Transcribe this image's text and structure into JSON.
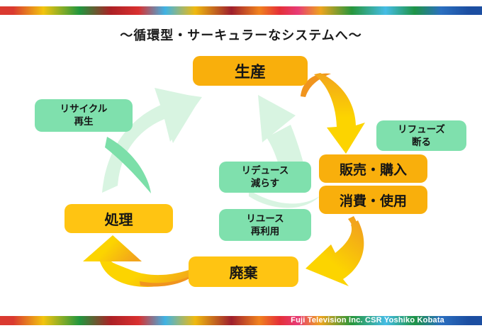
{
  "title": "～循環型・サーキュラーなシステムへ～",
  "footer": {
    "credit": "Fuji Television  Inc. CSR Yoshiko Kobata"
  },
  "stages": {
    "production": "生産",
    "sales": "販売・購入",
    "consumption": "消費・使用",
    "disposal": "廃棄",
    "treatment": "処理"
  },
  "actions": {
    "recycle": {
      "line1": "リサイクル",
      "line2": "再生"
    },
    "refuse": {
      "line1": "リフューズ",
      "line2": "断る"
    },
    "reduce": {
      "line1": "リデュース",
      "line2": "減らす"
    },
    "reuse": {
      "line1": "リユース",
      "line2": "再利用"
    }
  },
  "colors": {
    "stage_box": "#F9AF0C",
    "stage_box_bottom": "#FFC412",
    "action_box": "#7FE0AD",
    "arrow_yellow": "#FCD400",
    "arrow_orange": "#F0941E",
    "arrow_orange2": "#F2A41C",
    "arrow_pale_green": "#D8F4E1",
    "arrow_mid_green": "#7CDFA9",
    "stripes": [
      {
        "c": "#DA3A30",
        "to": 5.5
      },
      {
        "c": "#F2C40E",
        "to": 12.5
      },
      {
        "c": "#21963E",
        "to": 20.5
      },
      {
        "c": "#AC2025",
        "to": 25.5
      },
      {
        "c": "#D93030",
        "to": 32
      },
      {
        "c": "#3FB3E4",
        "to": 36.5
      },
      {
        "c": "#EFB90F",
        "to": 44.5
      },
      {
        "c": "#9E1F2D",
        "to": 51.5
      },
      {
        "c": "#F0821E",
        "to": 56
      },
      {
        "c": "#E43038",
        "to": 60
      },
      {
        "c": "#E73A76",
        "to": 63.5
      },
      {
        "c": "#EDA41E",
        "to": 69.5
      },
      {
        "c": "#27963C",
        "to": 76.5
      },
      {
        "c": "#45BCE5",
        "to": 83.5
      },
      {
        "c": "#1F9447",
        "to": 88.5
      },
      {
        "c": "#2B6FC0",
        "to": 94.5
      },
      {
        "c": "#1C4EA1",
        "to": 100
      }
    ]
  }
}
